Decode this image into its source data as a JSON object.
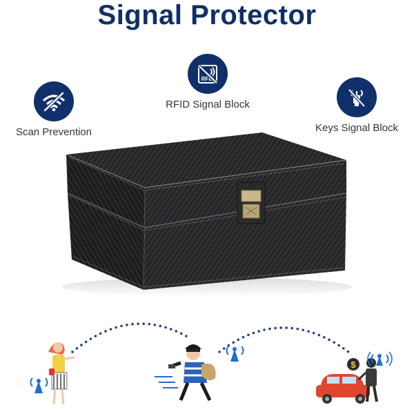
{
  "header": {
    "title": "Signal Protector"
  },
  "features": [
    {
      "label": "Scan Prevention",
      "icon": "no-wifi-icon"
    },
    {
      "label": "RFID Signal Block",
      "icon": "rfid-blocked-icon",
      "icon_text": "RFID"
    },
    {
      "label": "Keys Signal Block",
      "icon": "key-signal-blocked-icon"
    }
  ],
  "scene": {
    "price_symbol": "$"
  },
  "colors": {
    "brand_navy": "#10306b",
    "title_navy": "#0f2f66",
    "box_black": "#1c1c1e",
    "signal_blue": "#1f6fd6",
    "car_red": "#e2452f",
    "dots": "#1c3f80"
  }
}
